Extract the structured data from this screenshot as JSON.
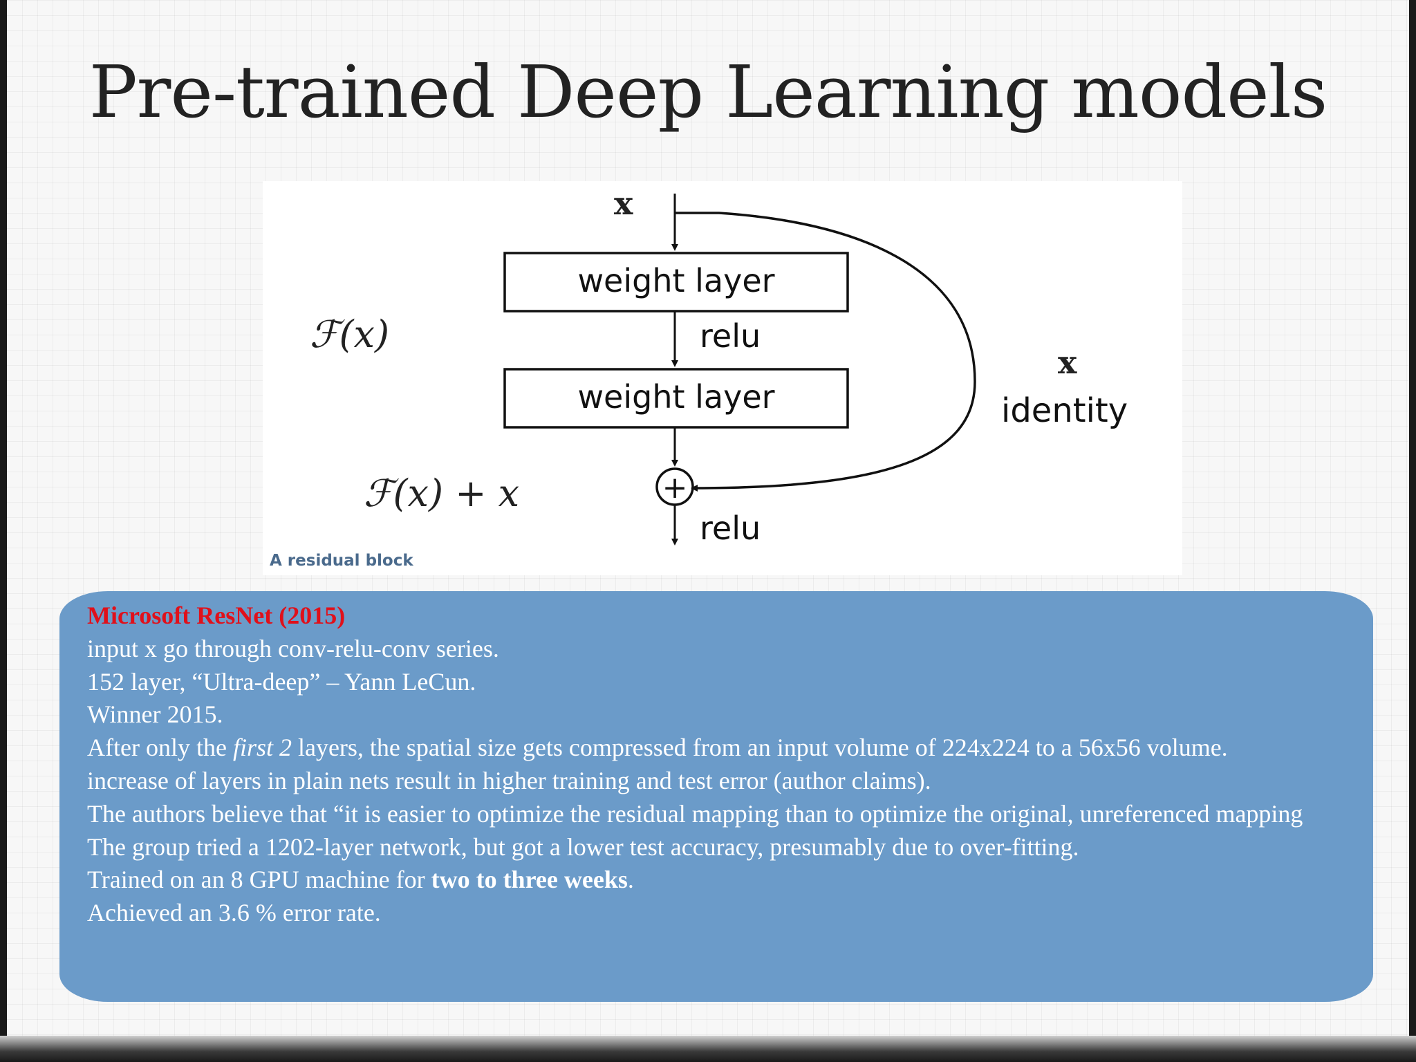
{
  "slide": {
    "title": "Pre-trained Deep Learning models"
  },
  "diagram": {
    "input_label": "x",
    "layer1_label": "weight layer",
    "relu1_label": "relu",
    "layer2_label": "weight layer",
    "relu2_label": "relu",
    "function_label": "ℱ(x)",
    "sum_label": "ℱ(x) + x",
    "skip_label": "x",
    "identity_label": "identity",
    "plus_symbol": "+",
    "caption": "A residual block"
  },
  "info": {
    "heading": "Microsoft ResNet (2015)",
    "line1": "input x go through conv-relu-conv series.",
    "line2": "152 layer, “Ultra-deep” – Yann LeCun.",
    "line3": "Winner 2015.",
    "line4_prefix": "After only the ",
    "line4_emphasis": "first 2",
    "line4_suffix": " layers, the spatial size gets compressed from an input volume of 224x224 to a 56x56 volume.",
    "line5": "increase of layers in plain nets result in higher training and test error (author claims).",
    "line6": "The authors believe that “it is easier to optimize the residual mapping than to optimize the original, unreferenced mapping",
    "line7": "The group tried a 1202-layer network, but got a lower test accuracy, presumably due to over-fitting.",
    "line8_prefix": "Trained on an 8 GPU machine for ",
    "line8_bold": "two to three weeks",
    "line8_suffix": ".",
    "line9": "Achieved an 3.6 % error rate."
  }
}
